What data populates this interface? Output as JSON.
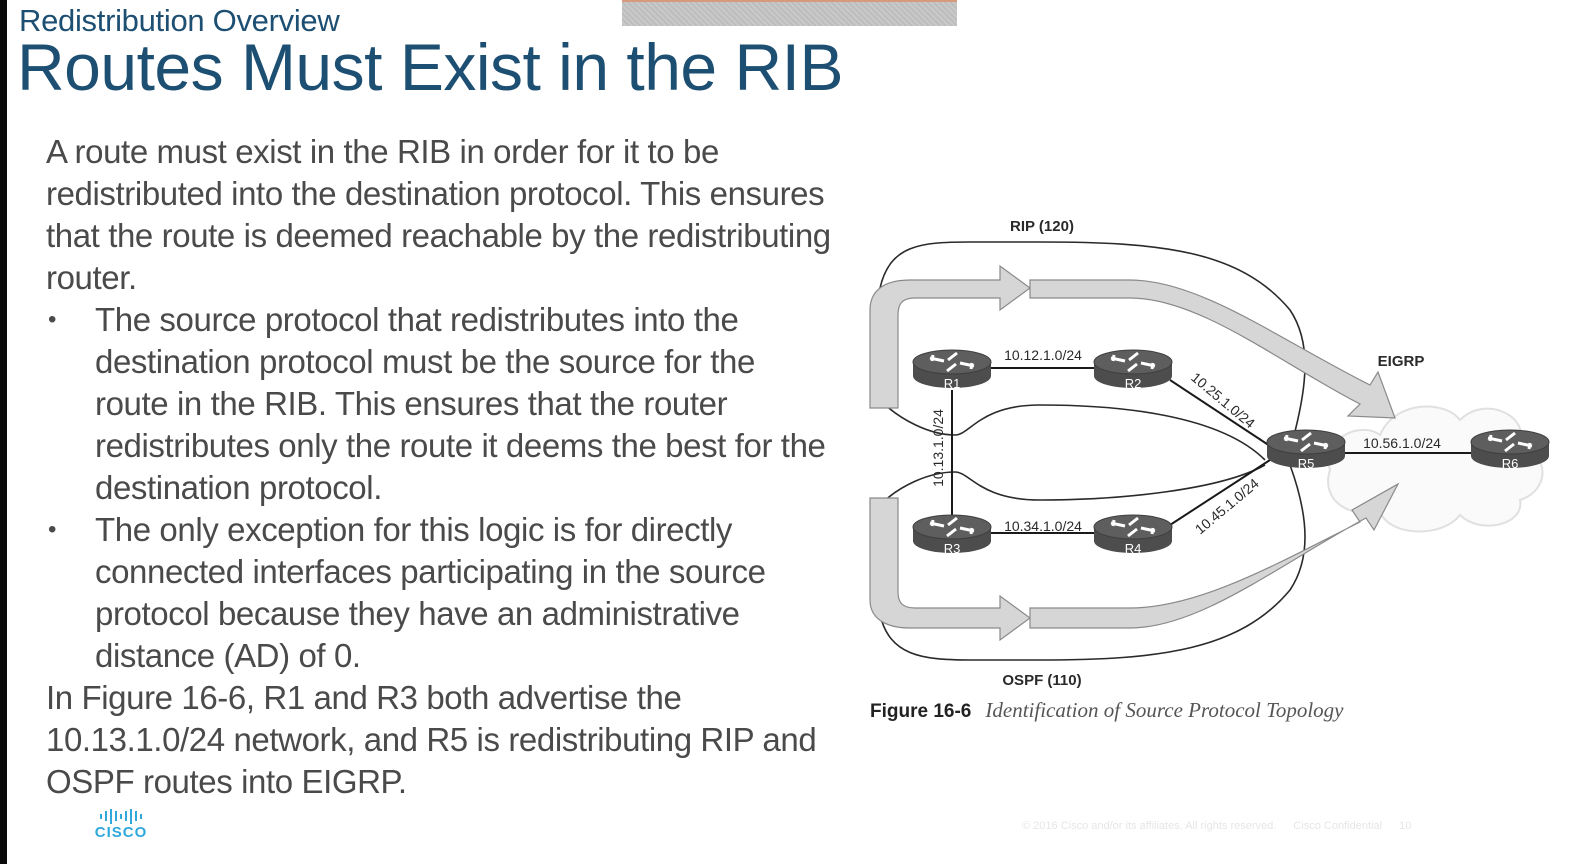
{
  "header": {
    "subtitle": "Redistribution Overview",
    "title": "Routes Must Exist in the RIB"
  },
  "body": {
    "intro": "A route must exist in the RIB in order for it to be redistributed into the destination protocol. This ensures that the route is deemed reachable by the redistributing router.",
    "bullets": [
      "The source protocol that redistributes into the destination protocol must be the source for the route in the RIB. This ensures that the router redistributes only the route it deems the best for the destination protocol.",
      "The only exception for this logic is for directly connected interfaces participating in the source protocol because they have an administrative distance (AD) of 0."
    ],
    "closing": "In Figure 16-6, R1 and R3 both advertise the 10.13.1.0/24 network, and R5 is redistributing RIP and OSPF routes into EIGRP."
  },
  "diagram": {
    "protocols": {
      "rip": "RIP (120)",
      "ospf": "OSPF (110)",
      "eigrp": "EIGRP"
    },
    "routers": [
      "R1",
      "R2",
      "R3",
      "R4",
      "R5",
      "R6"
    ],
    "links": {
      "r1_r2": "10.12.1.0/24",
      "r1_r3": "10.13.1.0/24",
      "r3_r4": "10.34.1.0/24",
      "r2_r5": "10.25.1.0/24",
      "r4_r5": "10.45.1.0/24",
      "r5_r6": "10.56.1.0/24"
    },
    "caption": {
      "figure": "Figure 16-6",
      "description": "Identification of Source Protocol Topology"
    }
  },
  "logo": {
    "word": "CISCO"
  },
  "footer": {
    "copyright": "© 2016  Cisco and/or its affiliates. All rights reserved.",
    "confidential": "Cisco Confidential",
    "page": "10"
  },
  "colors": {
    "title": "#1d4f73",
    "body_text": "#4a4a4a",
    "router": "#4d4d4d",
    "arrow_fill": "#d6d6d6",
    "cisco_blue": "#2fa8dc"
  }
}
